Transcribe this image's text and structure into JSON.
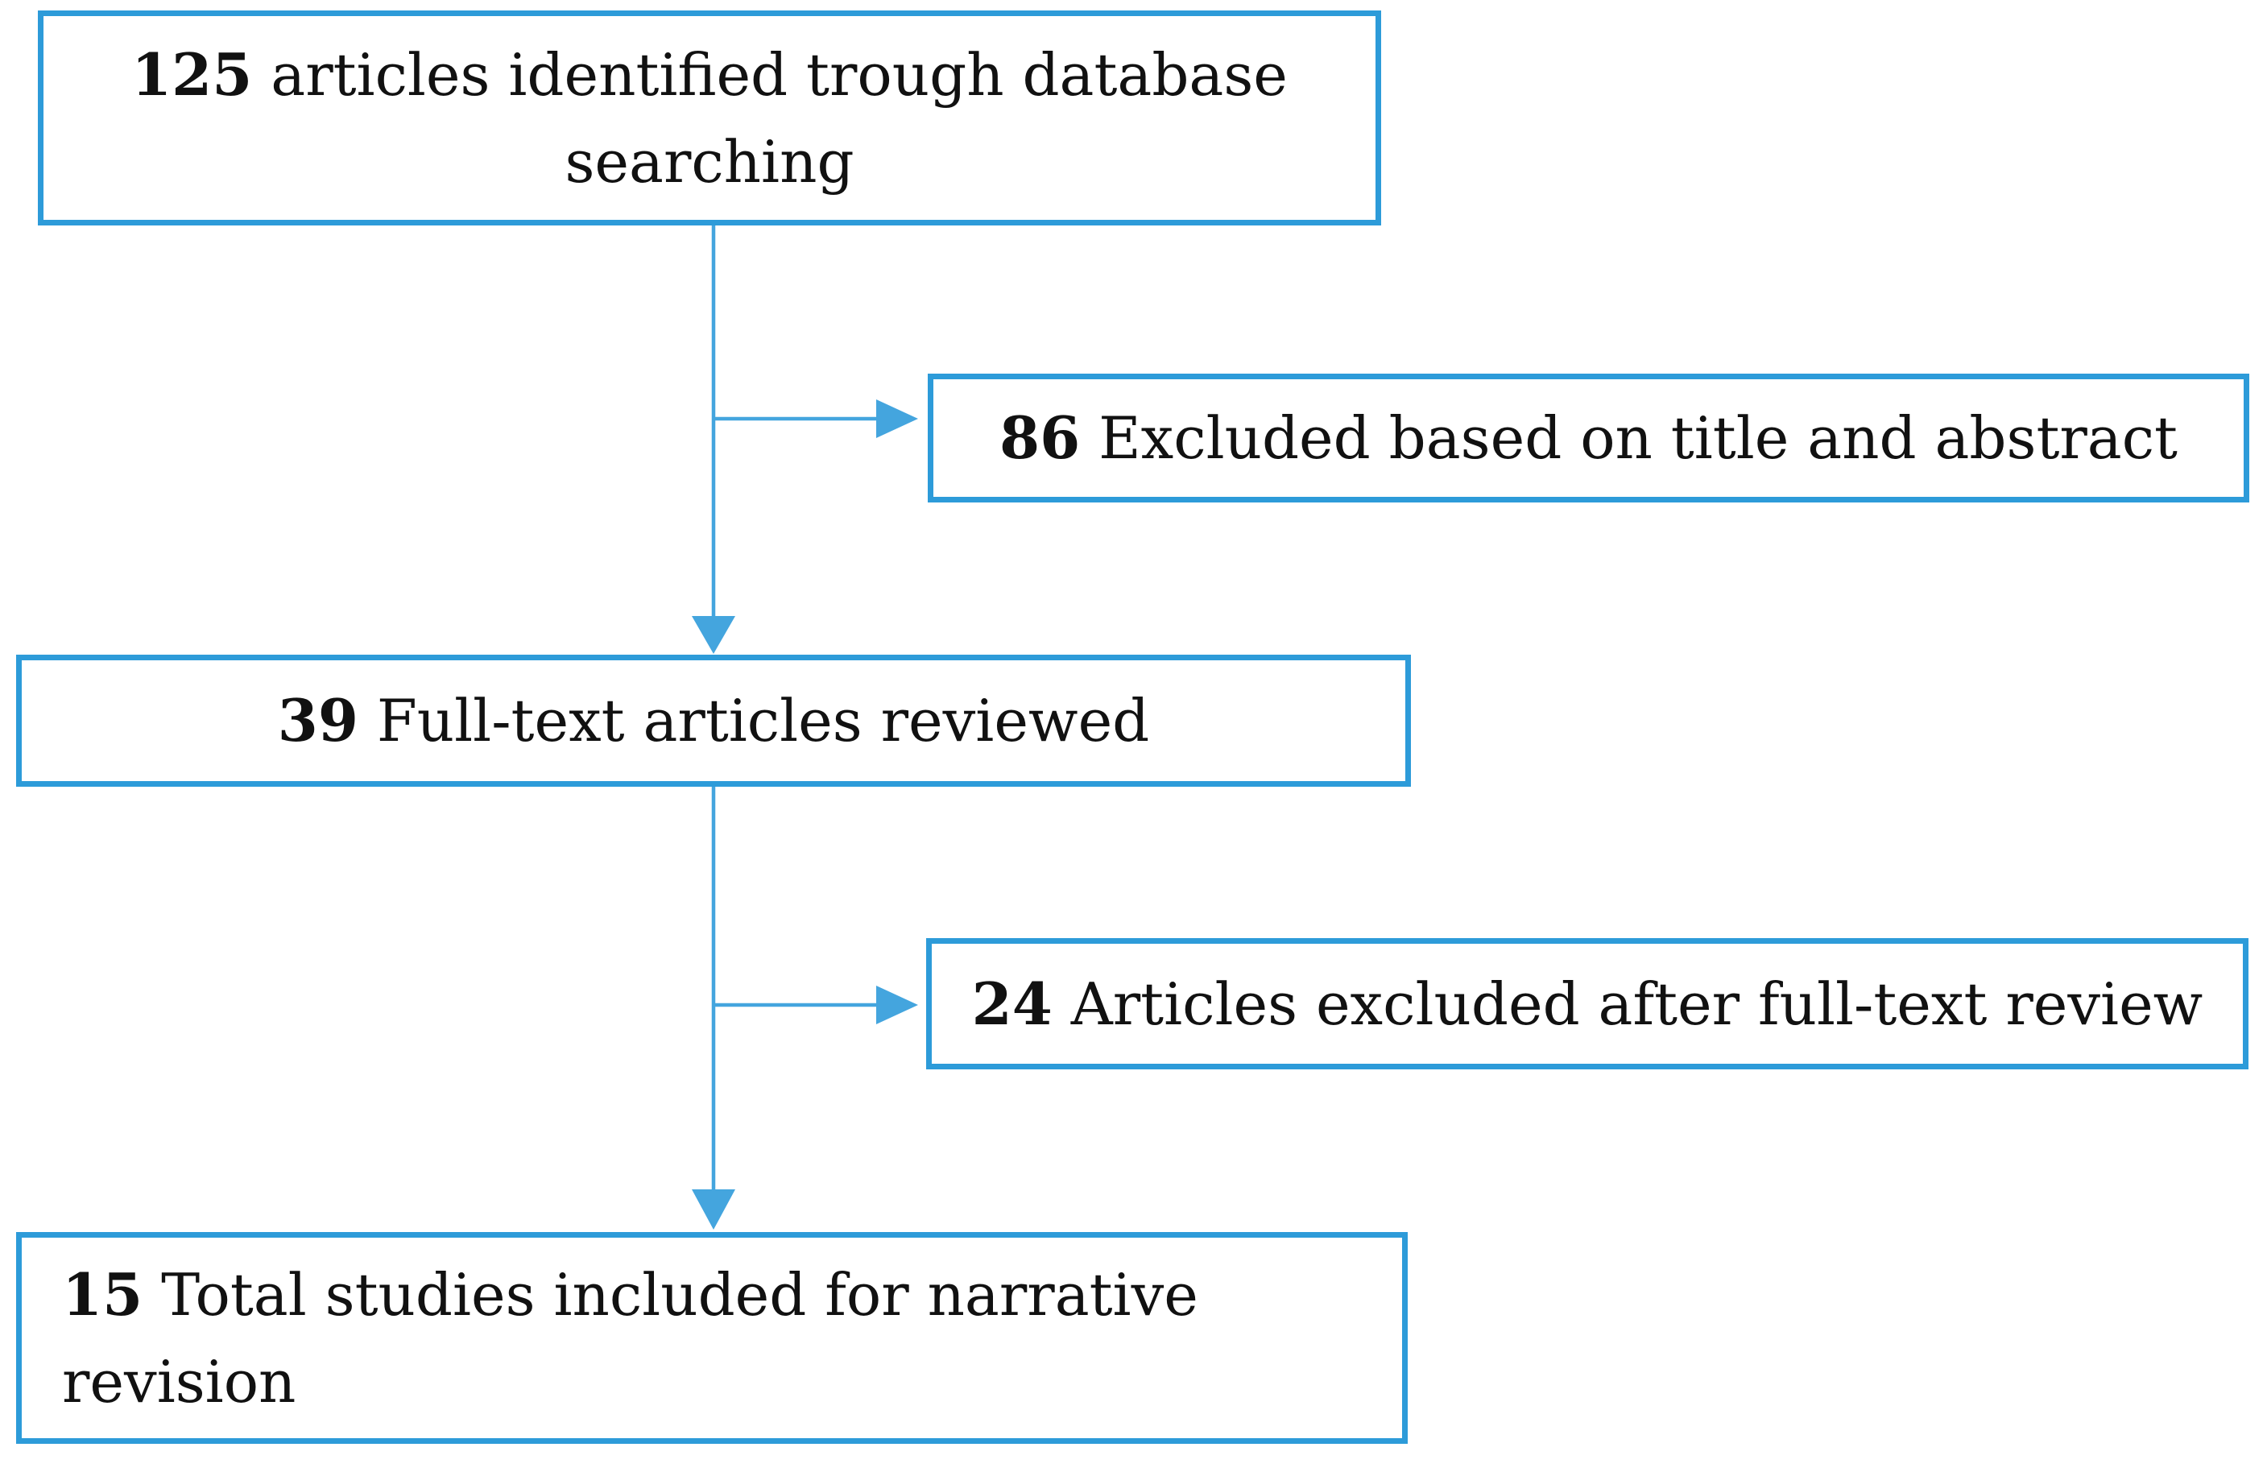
{
  "diagram": {
    "type": "flowchart",
    "nodes": {
      "identified": {
        "count": "125",
        "label": "articles identified trough database searching"
      },
      "excluded_screening": {
        "count": "86",
        "label": "Excluded based on title and abstract"
      },
      "full_text": {
        "count": "39",
        "label": "Full-text articles reviewed"
      },
      "excluded_full_text": {
        "count": "24",
        "label": "Articles excluded after full-text review"
      },
      "included": {
        "count": "15",
        "label": "Total studies included for narrative revision"
      }
    },
    "edges": [
      {
        "from": "identified",
        "to": "full_text",
        "style": "arrow-down"
      },
      {
        "from": "identified",
        "to": "excluded_screening",
        "style": "arrow-right-branch"
      },
      {
        "from": "full_text",
        "to": "included",
        "style": "arrow-down"
      },
      {
        "from": "full_text",
        "to": "excluded_full_text",
        "style": "arrow-right-branch"
      }
    ],
    "colors": {
      "box_border": "#2d9bd9",
      "connector": "#44a5de",
      "text": "#111111",
      "background": "#ffffff"
    }
  }
}
